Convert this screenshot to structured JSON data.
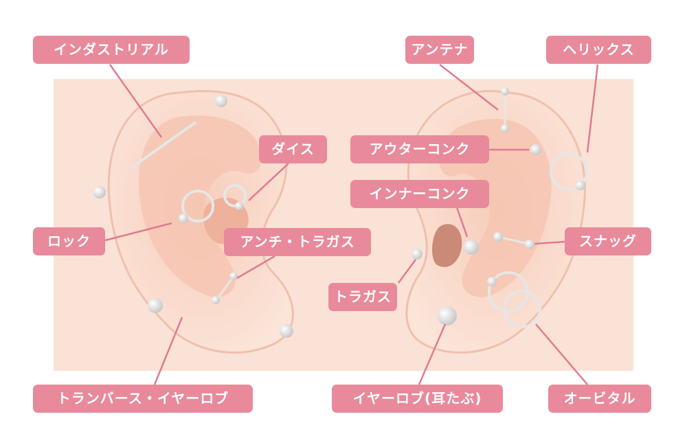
{
  "colors": {
    "label_bg": "#e88a9b",
    "panel": "#fbe2d6",
    "skin": "#f9d6c6",
    "line": "#e07a90"
  },
  "labels": {
    "industrial": "インダストリアル",
    "daith": "ダイス",
    "rook": "ロック",
    "anti_tragus": "アンチ・トラガス",
    "transverse_lobe": "トランバース・イヤーロブ",
    "antenna": "アンテナ",
    "helix": "ヘリックス",
    "outer_conch": "アウターコンク",
    "inner_conch": "インナーコンク",
    "snug": "スナッグ",
    "tragus": "トラガス",
    "earlobe": "イヤーロブ(耳たぶ)",
    "orbital": "オービタル"
  }
}
